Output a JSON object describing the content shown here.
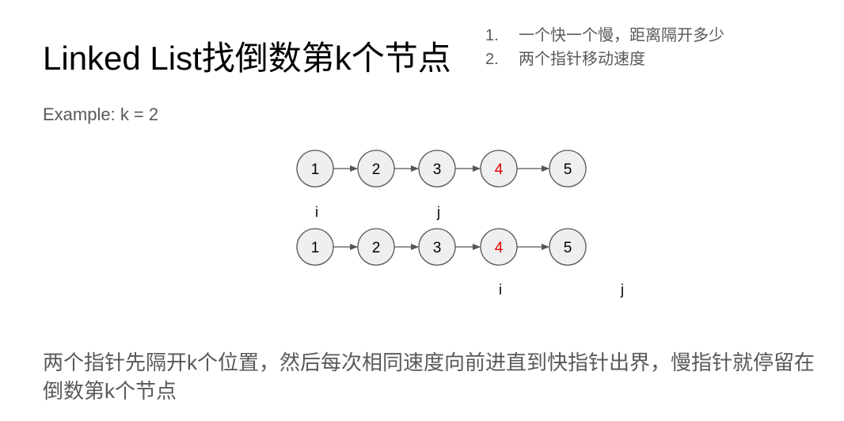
{
  "title": "Linked List找倒数第k个节点",
  "notes": [
    {
      "num": "1.",
      "text": "一个快一个慢，距离隔开多少"
    },
    {
      "num": "2.",
      "text": "两个指针移动速度"
    }
  ],
  "example": "Example: k = 2",
  "lists": [
    {
      "nodes": [
        {
          "label": "1",
          "color": "#000000"
        },
        {
          "label": "2",
          "color": "#000000"
        },
        {
          "label": "3",
          "color": "#000000"
        },
        {
          "label": "4",
          "color": "#e00000"
        },
        {
          "label": "5",
          "color": "#000000"
        }
      ]
    },
    {
      "nodes": [
        {
          "label": "1",
          "color": "#000000"
        },
        {
          "label": "2",
          "color": "#000000"
        },
        {
          "label": "3",
          "color": "#000000"
        },
        {
          "label": "4",
          "color": "#e00000"
        },
        {
          "label": "5",
          "color": "#000000"
        }
      ]
    }
  ],
  "pointers": [
    "i",
    "j",
    "i",
    "j"
  ],
  "summary": "两个指针先隔开k个位置，然后每次相同速度向前进直到快指针出界，慢指针就停留在倒数第k个节点",
  "colors": {
    "node_fill": "#efefef",
    "node_stroke": "#555555",
    "highlight": "#e00000",
    "text_gray": "#595959"
  }
}
